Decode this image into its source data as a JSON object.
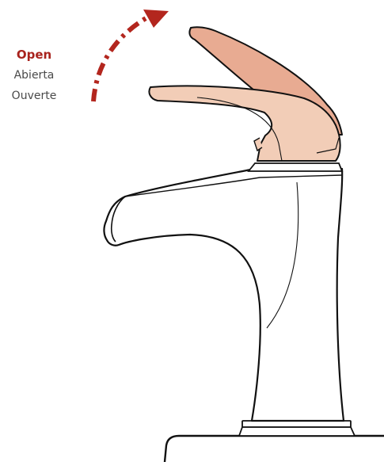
{
  "labels": {
    "open": "Open",
    "es": "Abierta",
    "fr": "Ouverte"
  },
  "colors": {
    "accent": "#b3261e",
    "handle_light": "#f2cdb7",
    "handle_raised": "#e8ab92",
    "outline": "#111111"
  },
  "indicator": {
    "direction": "up",
    "icon": "curved-arrow-icon"
  }
}
